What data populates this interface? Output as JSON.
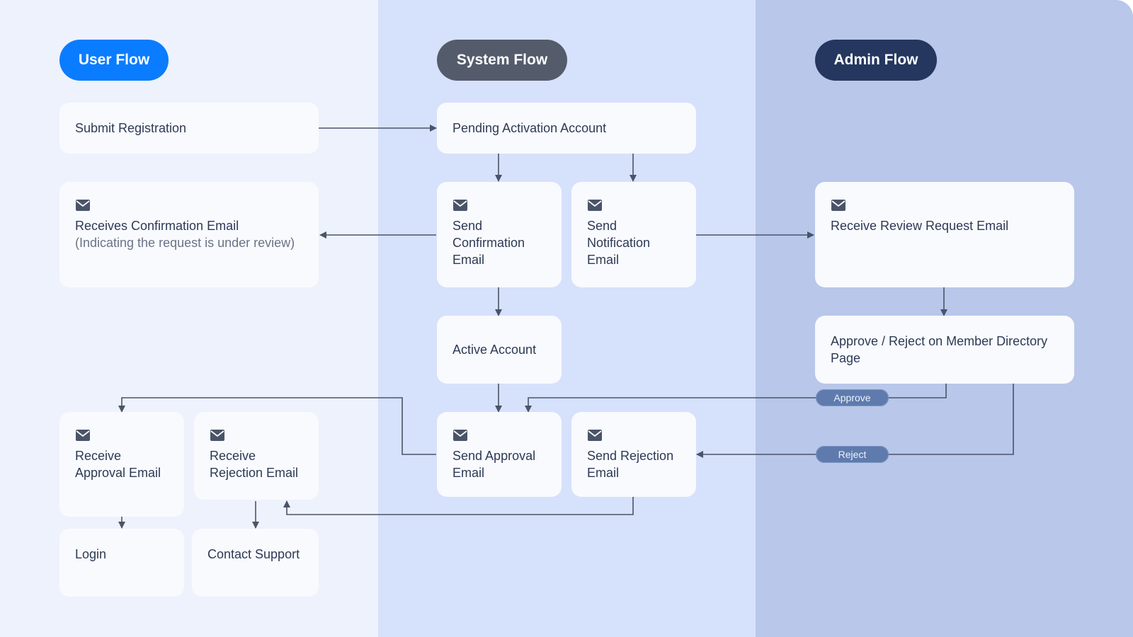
{
  "lanes": {
    "user": "User Flow",
    "system": "System Flow",
    "admin": "Admin Flow"
  },
  "nodes": {
    "submit_registration": "Submit Registration",
    "pending_activation": "Pending Activation Account",
    "receives_confirmation": {
      "title": "Receives Confirmation Email",
      "subtitle": "(Indicating the request is under review)"
    },
    "send_confirmation": "Send Confirmation Email",
    "send_notification": "Send Notification Email",
    "receive_review_request": "Receive Review Request Email",
    "active_account": "Active Account",
    "approve_reject": "Approve / Reject on Member Directory Page",
    "receive_approval": "Receive Approval Email",
    "receive_rejection": "Receive Rejection Email",
    "send_approval": "Send Approval Email",
    "send_rejection": "Send Rejection Email",
    "login": "Login",
    "contact_support": "Contact Support"
  },
  "edge_labels": {
    "approve": "Approve",
    "reject": "Reject"
  },
  "icons": {
    "mail": "mail-icon"
  },
  "colors": {
    "user_lane": "#eef2fd",
    "system_lane": "#d6e1fc",
    "admin_lane": "#b8c7ea",
    "user_pill": "#0a7cff",
    "system_pill": "#545c6c",
    "admin_pill": "#25375e",
    "connector": "#4a5468"
  }
}
